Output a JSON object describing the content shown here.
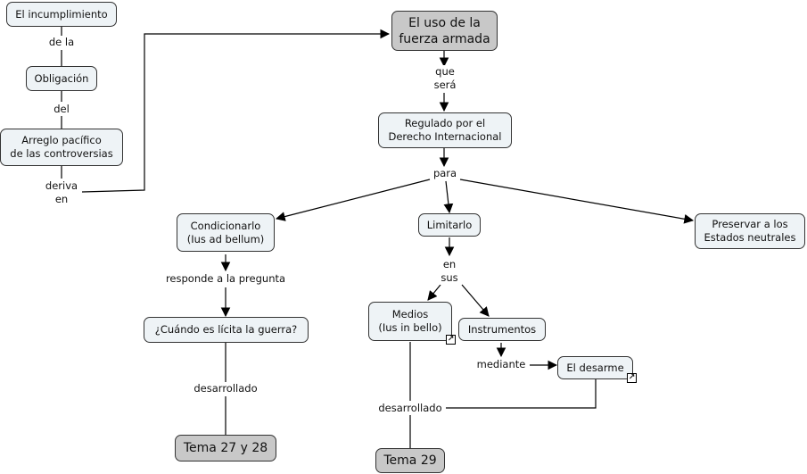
{
  "nodes": {
    "incumplimiento": "El incumplimiento",
    "obligacion": "Obligación",
    "arreglo": "Arreglo pacífico\nde las controversias",
    "uso_fuerza": "El uso de la\nfuerza armada",
    "regulado": "Regulado por el\nDerecho Internacional",
    "condicionarlo": "Condicionarlo\n(Ius ad bellum)",
    "limitarlo": "Limitarlo",
    "preservar": "Preservar a los\nEstados neutrales",
    "cuando": "¿Cuándo es lícita la guerra?",
    "medios": "Medios\n(Ius in bello)",
    "instrumentos": "Instrumentos",
    "desarme": "El desarme",
    "tema2728": "Tema 27 y 28",
    "tema29": "Tema 29"
  },
  "links": {
    "de_la": "de la",
    "del": "del",
    "deriva_en": "deriva\nen",
    "que_sera": "que\nserá",
    "para": "para",
    "responde": "responde a la pregunta",
    "en_sus": "en\nsus",
    "mediante": "mediante",
    "desarrollado1": "desarrollado",
    "desarrollado2": "desarrollado"
  },
  "icons": {
    "external_link": "↗"
  },
  "colors": {
    "node_fill": "#eef3f6",
    "highlight_fill": "#c8c8c8",
    "border": "#333333"
  }
}
